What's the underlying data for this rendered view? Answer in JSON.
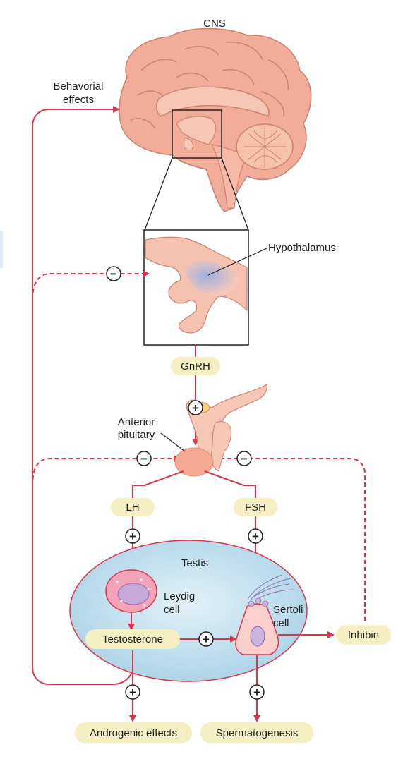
{
  "labels": {
    "cns": "CNS",
    "behavioral_line1": "Behavorial",
    "behavioral_line2": "effects",
    "hypothalamus": "Hypothalamus",
    "anterior_line1": "Anterior",
    "anterior_line2": "pituitary",
    "testis": "Testis",
    "leydig_line1": "Leydig",
    "leydig_line2": "cell",
    "sertoli_line1": "Sertoli",
    "sertoli_line2": "cell"
  },
  "hormones": {
    "gnrh": "GnRH",
    "lh": "LH",
    "fsh": "FSH",
    "testosterone": "Testosterone",
    "inhibin": "Inhibin",
    "androgenic": "Androgenic effects",
    "spermatogenesis": "Spermatogenesis"
  },
  "signs": {
    "plus": "+",
    "minus": "−"
  },
  "colors": {
    "arrow": "#d9364a",
    "pill": "#f7efc4",
    "brain": "#f2ad9a",
    "brain_dark": "#c9826f",
    "testis": "#bfe0ef",
    "pituitary": "#f5a993",
    "hypothalamus_region": "#a9b8e0"
  }
}
